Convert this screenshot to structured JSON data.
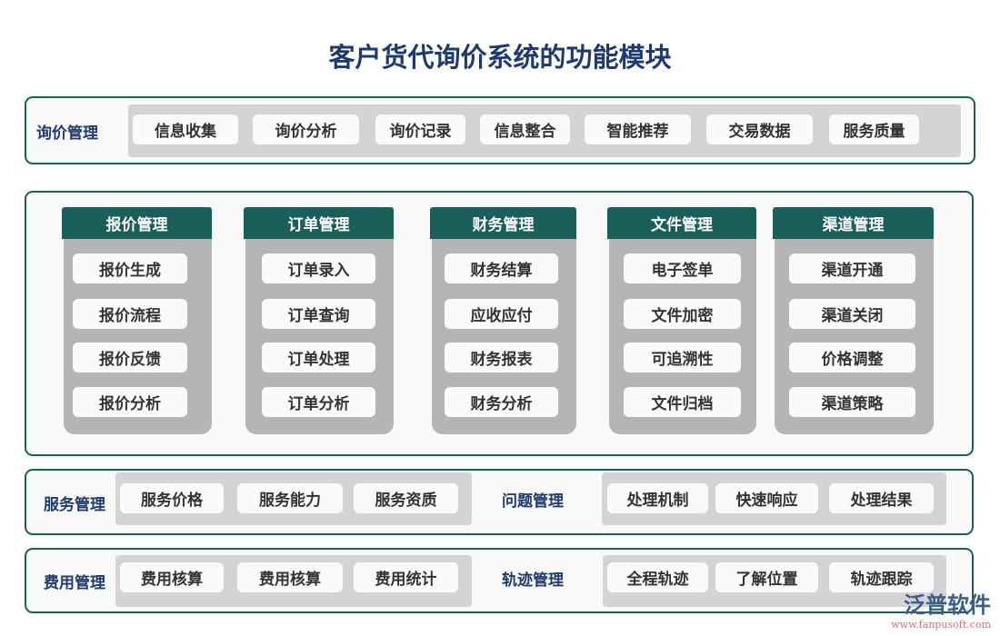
{
  "title": "客户货代询价系统的功能模块",
  "colors": {
    "border": "#1a5f5a",
    "header": "#1a5f5a",
    "title": "#1f3a6e",
    "gray": "#d4d4d6"
  },
  "inquiry": {
    "label": "询价管理",
    "items": [
      "信息收集",
      "询价分析",
      "询价记录",
      "信息整合",
      "智能推荐",
      "交易数据",
      "服务质量"
    ]
  },
  "columns": [
    {
      "title": "报价管理",
      "items": [
        "报价生成",
        "报价流程",
        "报价反馈",
        "报价分析"
      ]
    },
    {
      "title": "订单管理",
      "items": [
        "订单录入",
        "订单查询",
        "订单处理",
        "订单分析"
      ]
    },
    {
      "title": "财务管理",
      "items": [
        "财务结算",
        "应收应付",
        "财务报表",
        "财务分析"
      ]
    },
    {
      "title": "文件管理",
      "items": [
        "电子签单",
        "文件加密",
        "可追溯性",
        "文件归档"
      ]
    },
    {
      "title": "渠道管理",
      "items": [
        "渠道开通",
        "渠道关闭",
        "价格调整",
        "渠道策略"
      ]
    }
  ],
  "service": {
    "label": "服务管理",
    "items": [
      "服务价格",
      "服务能力",
      "服务资质"
    ]
  },
  "issue": {
    "label": "问题管理",
    "items": [
      "处理机制",
      "快速响应",
      "处理结果"
    ]
  },
  "cost": {
    "label": "费用管理",
    "items": [
      "费用核算",
      "费用核算",
      "费用统计"
    ]
  },
  "track": {
    "label": "轨迹管理",
    "items": [
      "全程轨迹",
      "了解位置",
      "轨迹跟踪"
    ]
  },
  "watermark": {
    "name": "泛普软件",
    "url": "www.fanpusoft.com"
  }
}
